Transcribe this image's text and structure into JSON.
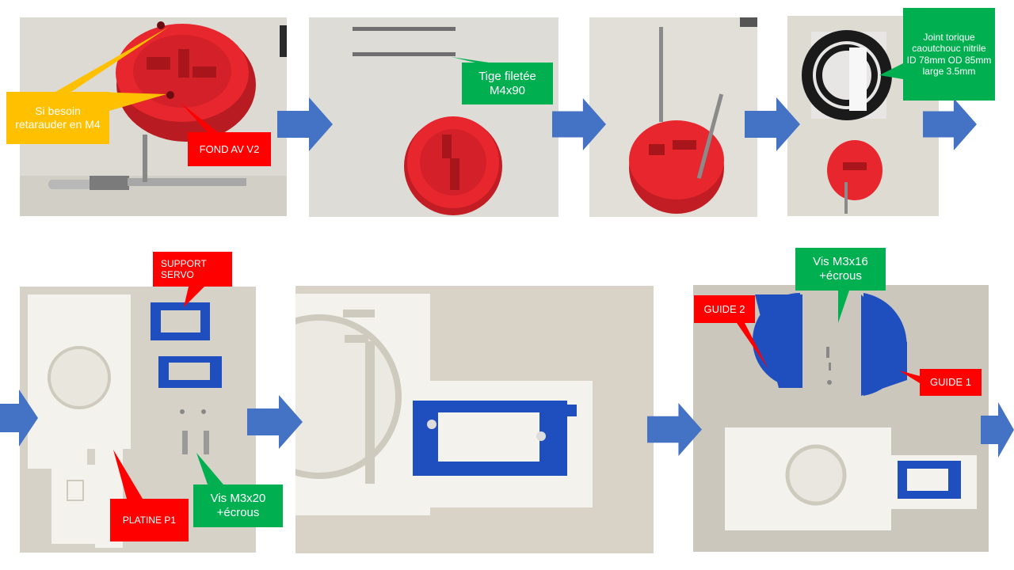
{
  "colors": {
    "arrow": "#4472c4",
    "callout_red": "#ff0000",
    "callout_green": "#00b050",
    "callout_yellow": "#ffc000",
    "red_part": "#e8262e",
    "blue_part": "#1f4fbf",
    "white_part": "#f4f2ec"
  },
  "callouts": {
    "si_besoin": "Si besoin retarauder en M4",
    "fond_av": "FOND AV V2",
    "tige_filetee": "Tige filetée M4x90",
    "joint_torique": "Joint torique caoutchouc nitrile ID 78mm OD 85mm large 3.5mm",
    "support_servo": "SUPPORT SERVO",
    "platine_p1": "PLATINE P1",
    "vis_m3x20": "Vis M3x20 +écrous",
    "vis_m3x16": "Vis M3x16 +écrous",
    "guide_2": "GUIDE 2",
    "guide_1": "GUIDE 1"
  },
  "arrow_icon": "right-arrow-icon"
}
